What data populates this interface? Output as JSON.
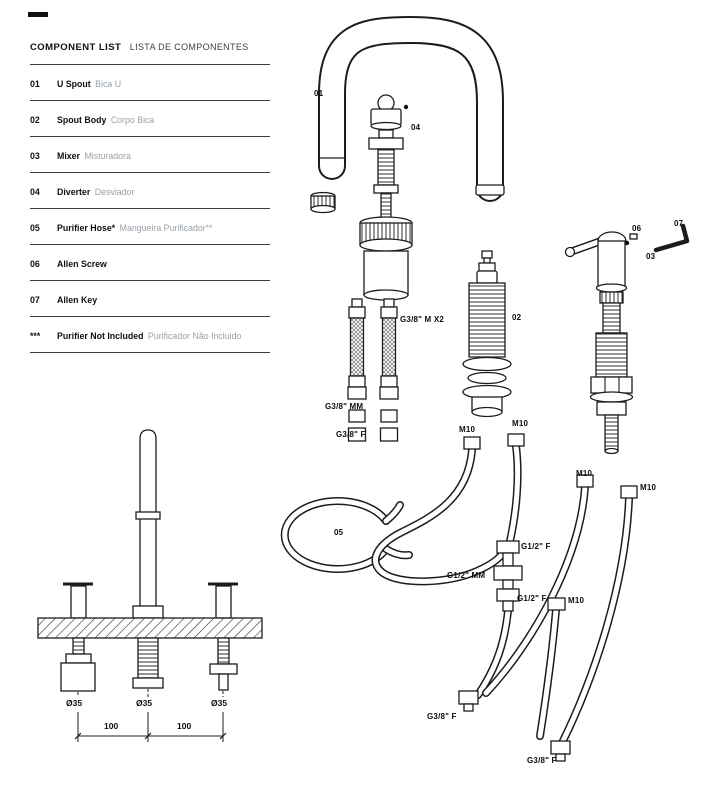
{
  "page": {
    "background": "#ffffff",
    "ink": "#1c1c1c",
    "muted": "#9aa1a7"
  },
  "component_list": {
    "title_en": "COMPONENT LIST",
    "title_pt": "LISTA DE COMPONENTES",
    "items": [
      {
        "num": "01",
        "name_en": "U Spout",
        "name_pt": "Bica U"
      },
      {
        "num": "02",
        "name_en": "Spout Body",
        "name_pt": "Corpo Bica"
      },
      {
        "num": "03",
        "name_en": "Mixer",
        "name_pt": "Misturadora"
      },
      {
        "num": "04",
        "name_en": "Diverter",
        "name_pt": "Desviador"
      },
      {
        "num": "05",
        "name_en": "Purifier Hose*",
        "name_pt": "Mangueira Purificador**"
      },
      {
        "num": "06",
        "name_en": "Allen Screw",
        "name_pt": ""
      },
      {
        "num": "07",
        "name_en": "Allen Key",
        "name_pt": ""
      },
      {
        "num": "***",
        "name_en": "Purifier Not Included",
        "name_pt": "Purificador Não Incluido"
      }
    ]
  },
  "diagram": {
    "labels": {
      "part01": "01",
      "part02": "02",
      "part03": "03",
      "part04": "04",
      "part05": "05",
      "part06": "06",
      "part07": "07",
      "g38_m_x2": "G3/8\" M X2",
      "g38_mm": "G3/8\" MM",
      "g38_f": "G3/8\" F",
      "m10_a": "M10",
      "m10_b": "M10",
      "m10_c": "M10",
      "m10_d": "M10",
      "m10_e": "M10",
      "g12_f_a": "G1/2\" F",
      "g12_mm": "G1/2\" MM",
      "g12_f_b": "G1/2\" F",
      "g38_f_b1": "G3/8\" F",
      "g38_f_b2": "G3/8\" F"
    }
  },
  "installation": {
    "diameter_left": "Ø35",
    "diameter_center": "Ø35",
    "diameter_right": "Ø35",
    "spacing_left": "100",
    "spacing_right": "100"
  }
}
